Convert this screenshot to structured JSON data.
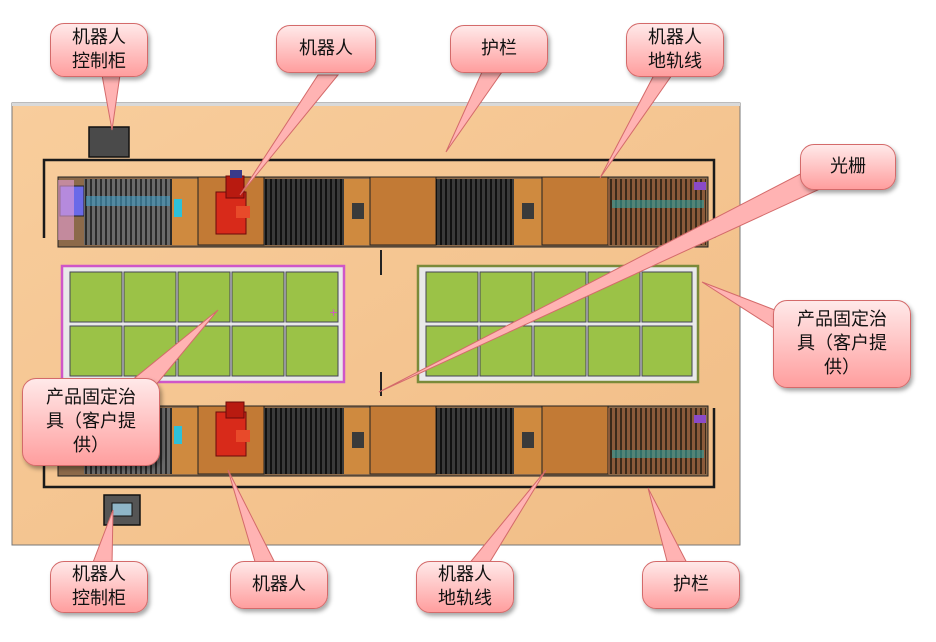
{
  "colors": {
    "floor": "#f6c896",
    "track_body": "#cf8a3f",
    "track_cell": "#c27a35",
    "fixture_fill": "#9bc247",
    "fixture_frame_left": "#cf56c8",
    "fixture_frame_right": "#7a8a3a",
    "robot": "#d82a1a",
    "callout_border": "#d46a6a",
    "leader": "#e08080"
  },
  "callouts": {
    "cabinet_top": "机器人\n控制柜",
    "robot_top": "机器人",
    "guardrail_top": "护栏",
    "rail_top": "机器人\n地轨线",
    "light_curtain": "光栅",
    "fixture_right": "产品固定治\n具（客户提\n供）",
    "fixture_left": "产品固定治\n具（客户提\n供）",
    "cabinet_bottom": "机器人\n控制柜",
    "robot_bottom": "机器人",
    "rail_bottom": "机器人\n地轨线",
    "guardrail_bottom": "护栏"
  }
}
